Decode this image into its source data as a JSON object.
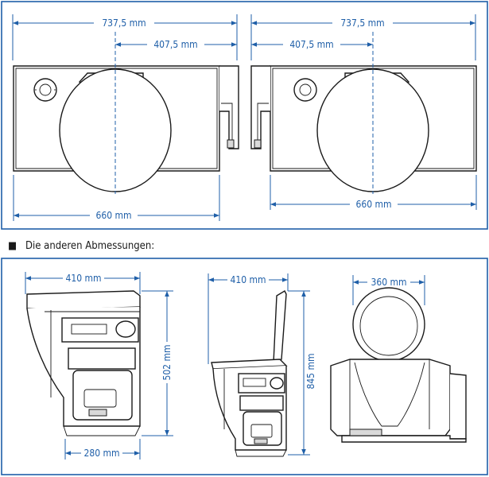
{
  "top_panel": {
    "left": {
      "overall_width": "737,5 mm",
      "center_offset": "407,5 mm",
      "base_width": "660 mm"
    },
    "right": {
      "overall_width": "737,5 mm",
      "center_offset": "407,5 mm",
      "base_width": "660 mm"
    }
  },
  "section_heading": {
    "bullet": "■",
    "text": "Die anderen Abmessungen:"
  },
  "bottom_panel": {
    "side_view_closed": {
      "top_width": "410 mm",
      "height": "502 mm",
      "bottom_width": "280 mm"
    },
    "side_view_open": {
      "top_width": "410 mm",
      "height": "845 mm"
    },
    "front_view": {
      "seat_width": "360 mm"
    }
  },
  "colors": {
    "dimension": "#1f5fa8",
    "line": "#1a1a1a"
  }
}
